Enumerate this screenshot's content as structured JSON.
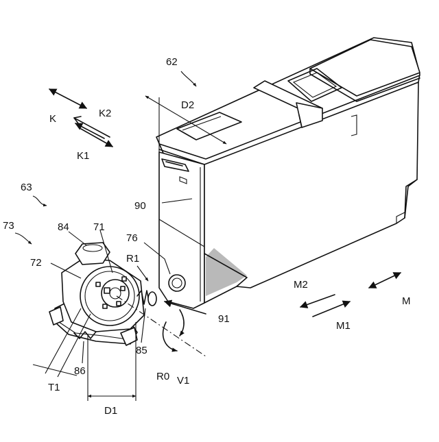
{
  "figure": {
    "labels": {
      "ref_62": "62",
      "ref_63": "63",
      "ref_73": "73",
      "ref_84": "84",
      "ref_71": "71",
      "ref_72": "72",
      "ref_76": "76",
      "ref_90": "90",
      "ref_91": "91",
      "ref_85": "85",
      "ref_86": "86",
      "R1": "R1",
      "R0": "R0",
      "V1": "V1",
      "T1": "T1",
      "D1": "D1",
      "D2": "D2",
      "K": "K",
      "K1": "K1",
      "K2": "K2",
      "M": "M",
      "M1": "M1",
      "M2": "M2"
    }
  }
}
